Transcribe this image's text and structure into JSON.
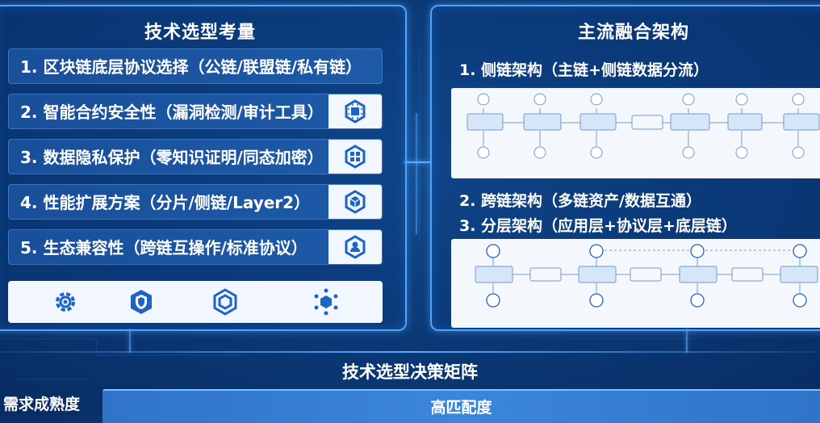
{
  "left_panel": {
    "title": "技术选型考量",
    "items": [
      {
        "label": "1. 区块链底层协议选择（公链/联盟链/私有链）",
        "icon": null
      },
      {
        "label": "2. 智能合约安全性（漏洞检测/审计工具）",
        "icon": "hex-chip-icon"
      },
      {
        "label": "3. 数据隐私保护（零知识证明/同态加密）",
        "icon": "hex-blocks-icon"
      },
      {
        "label": "4. 性能扩展方案（分片/侧链/Layer2）",
        "icon": "hex-cube-icon"
      },
      {
        "label": "5. 生态兼容性（跨链互操作/标准协议）",
        "icon": "hex-user-icon"
      }
    ],
    "icon_strip": [
      "gear-icon",
      "shield-icon",
      "hexagon-icon",
      "network-icon"
    ]
  },
  "right_panel": {
    "title": "主流融合架构",
    "sections": [
      "1. 侧链架构（主链+侧链数据分流）",
      "2. 跨链架构（多链资产/数据互通）",
      "3. 分层架构（应用层+协议层+底层链）"
    ]
  },
  "bottom": {
    "title": "技术选型决策矩阵",
    "row_label": "需求成熟度",
    "bar_label": "高匹配度"
  },
  "colors": {
    "background": "#0b3a78",
    "panel_border": "#4fa3ff",
    "item_bg": "#1d5aa8",
    "icon_blue": "#1f63c4",
    "diagram_bg": "#f4f8fd"
  }
}
